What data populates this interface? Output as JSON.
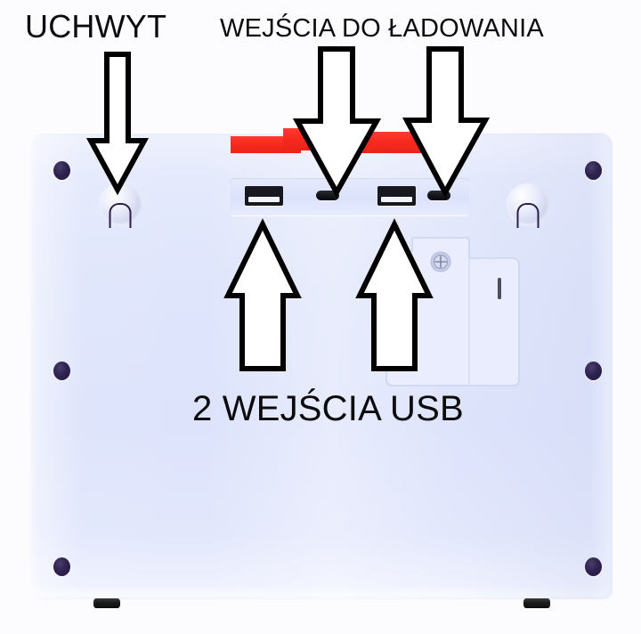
{
  "image": {
    "background_color": "#fcfcfe",
    "device_color": "#dde3fb",
    "accent_color": "#f92a1f",
    "annotation_stroke_color": "#000000"
  },
  "annotations": {
    "handle_label": "UCHWYT",
    "charging_label": "WEJŚCIA DO ŁADOWANIA",
    "usb_label": "2 WEJŚCIA USB"
  },
  "device": {
    "name": "portable-speaker-rear-panel",
    "features": {
      "keyhole_mounts": 2,
      "usb_a_ports": 2,
      "micro_usb_ports": 2,
      "screw_holes": 6,
      "rubber_feet": 2,
      "battery_door": "battery-compartment-door",
      "battery_door_screw": "phillips-screw",
      "red_strip": "red-accent-strip"
    }
  },
  "arrows": {
    "handle": {
      "icon": "arrow-down-icon",
      "points_to": "keyhole-mount-left"
    },
    "charging_left": {
      "icon": "arrow-down-icon",
      "points_to": "micro-usb-port-1"
    },
    "charging_right": {
      "icon": "arrow-down-icon",
      "points_to": "micro-usb-port-2"
    },
    "usb_left": {
      "icon": "arrow-up-icon",
      "points_to": "usb-a-port-1"
    },
    "usb_right": {
      "icon": "arrow-up-icon",
      "points_to": "usb-a-port-2"
    }
  }
}
